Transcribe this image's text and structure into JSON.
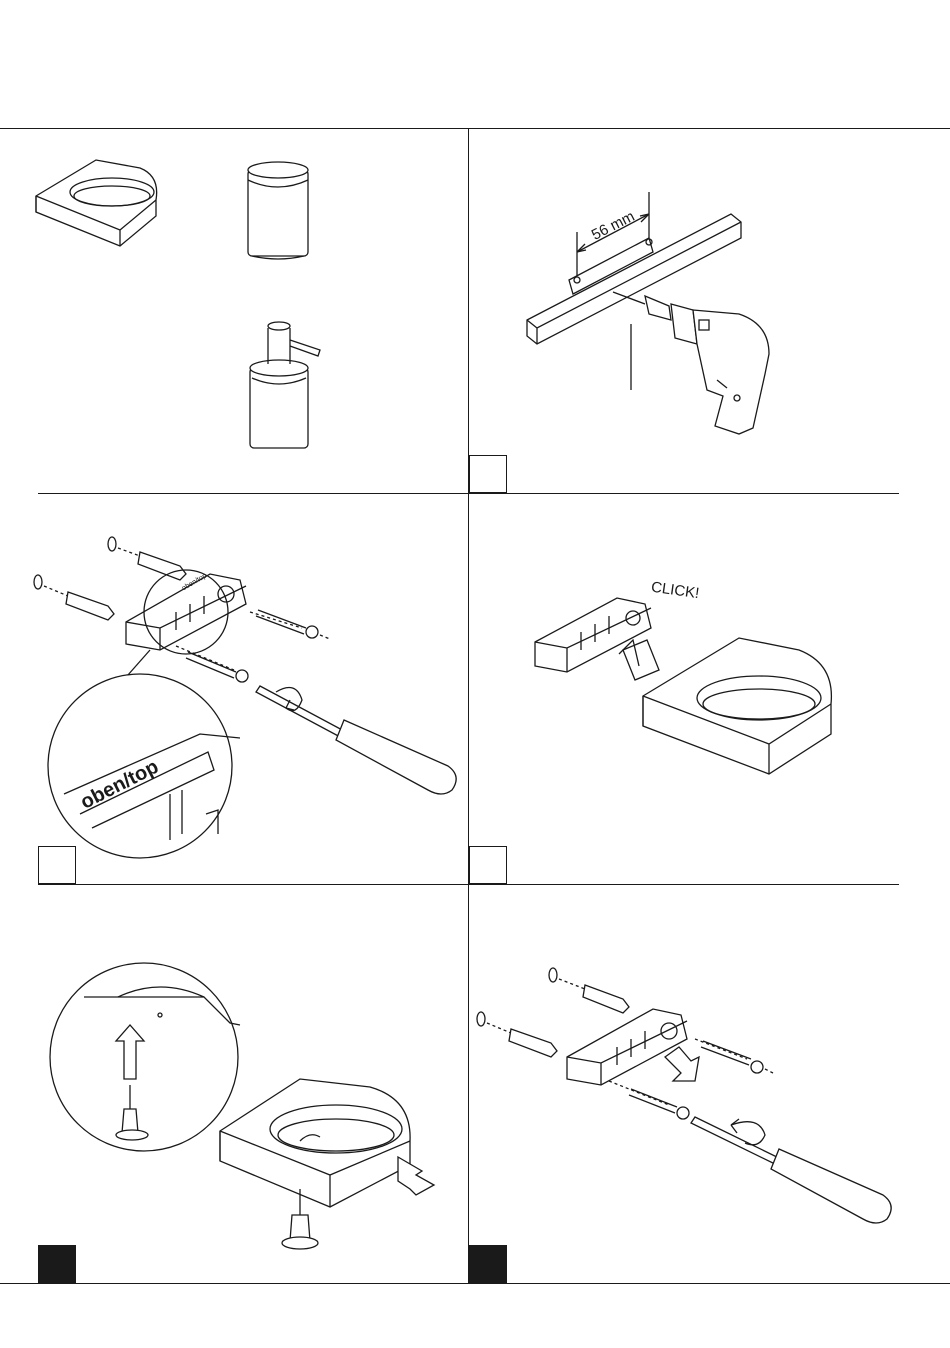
{
  "labels": {
    "distance": "56 mm",
    "top_marker": "oben/top",
    "click": "CLICK!"
  },
  "colors": {
    "ink": "#1a1a1a",
    "paper": "#ffffff"
  },
  "steps": [
    {
      "filled": false
    },
    {
      "filled": false
    },
    {
      "filled": false
    },
    {
      "filled": true
    },
    {
      "filled": true
    }
  ]
}
